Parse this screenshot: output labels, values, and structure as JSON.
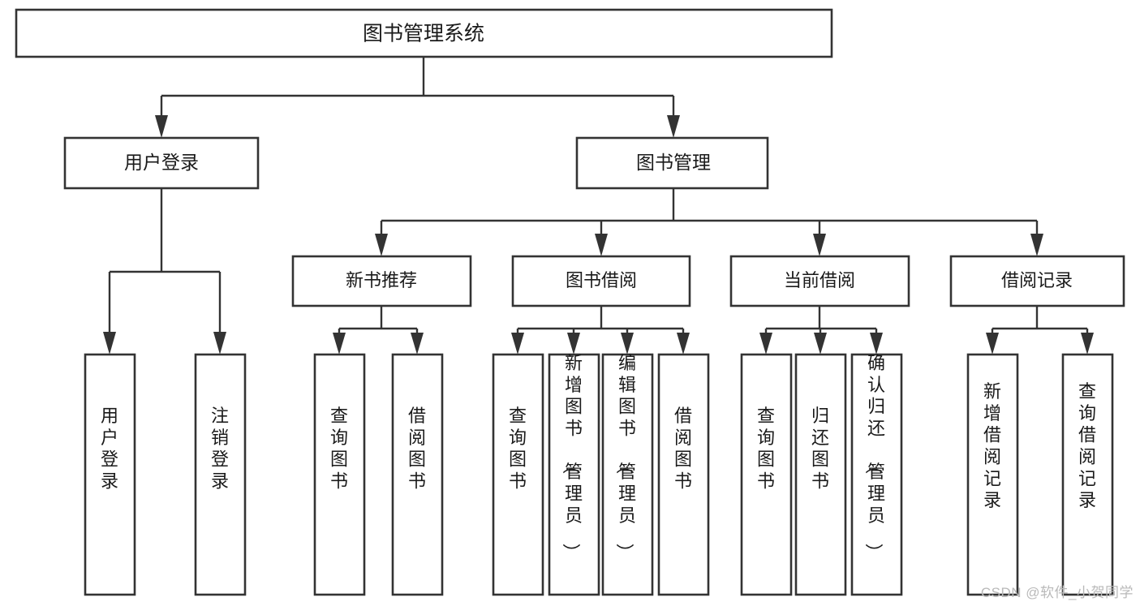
{
  "diagram": {
    "title": "图书管理系统",
    "type": "tree-hierarchy-chart",
    "root": {
      "id": "root",
      "label": "图书管理系统"
    },
    "level2": [
      {
        "id": "user-login",
        "label": "用户登录"
      },
      {
        "id": "book-manage",
        "label": "图书管理"
      }
    ],
    "level3": [
      {
        "id": "new-book-rec",
        "label": "新书推荐",
        "parent": "book-manage"
      },
      {
        "id": "book-borrow",
        "label": "图书借阅",
        "parent": "book-manage"
      },
      {
        "id": "current-borrow",
        "label": "当前借阅",
        "parent": "book-manage"
      },
      {
        "id": "borrow-record",
        "label": "借阅记录",
        "parent": "book-manage"
      }
    ],
    "leaves": [
      {
        "id": "leaf-user-login",
        "label": "用户登录",
        "parent": "user-login"
      },
      {
        "id": "leaf-user-logout",
        "label": "注销登录",
        "parent": "user-login"
      },
      {
        "id": "leaf-query-book-1",
        "label": "查询图书",
        "parent": "new-book-rec"
      },
      {
        "id": "leaf-borrow-book-1",
        "label": "借阅图书",
        "parent": "new-book-rec"
      },
      {
        "id": "leaf-query-book-2",
        "label": "查询图书",
        "parent": "book-borrow"
      },
      {
        "id": "leaf-add-book",
        "label": "新增图书（管理员）",
        "parent": "book-borrow"
      },
      {
        "id": "leaf-edit-book",
        "label": "编辑图书（管理员）",
        "parent": "book-borrow"
      },
      {
        "id": "leaf-borrow-book-2",
        "label": "借阅图书",
        "parent": "book-borrow"
      },
      {
        "id": "leaf-query-book-3",
        "label": "查询图书",
        "parent": "current-borrow"
      },
      {
        "id": "leaf-return-book",
        "label": "归还图书",
        "parent": "current-borrow"
      },
      {
        "id": "leaf-confirm-return",
        "label": "确认归还（管理员）",
        "parent": "current-borrow"
      },
      {
        "id": "leaf-add-record",
        "label": "新增借阅记录",
        "parent": "borrow-record"
      },
      {
        "id": "leaf-query-record",
        "label": "查询借阅记录",
        "parent": "borrow-record"
      }
    ]
  },
  "watermark": {
    "text": "CSDN @软件_小贺同学"
  },
  "colors": {
    "box_stroke": "#333333",
    "box_fill": "#ffffff",
    "text": "#1a1a1a",
    "watermark": "#b9b9b9",
    "background": "#ffffff"
  }
}
